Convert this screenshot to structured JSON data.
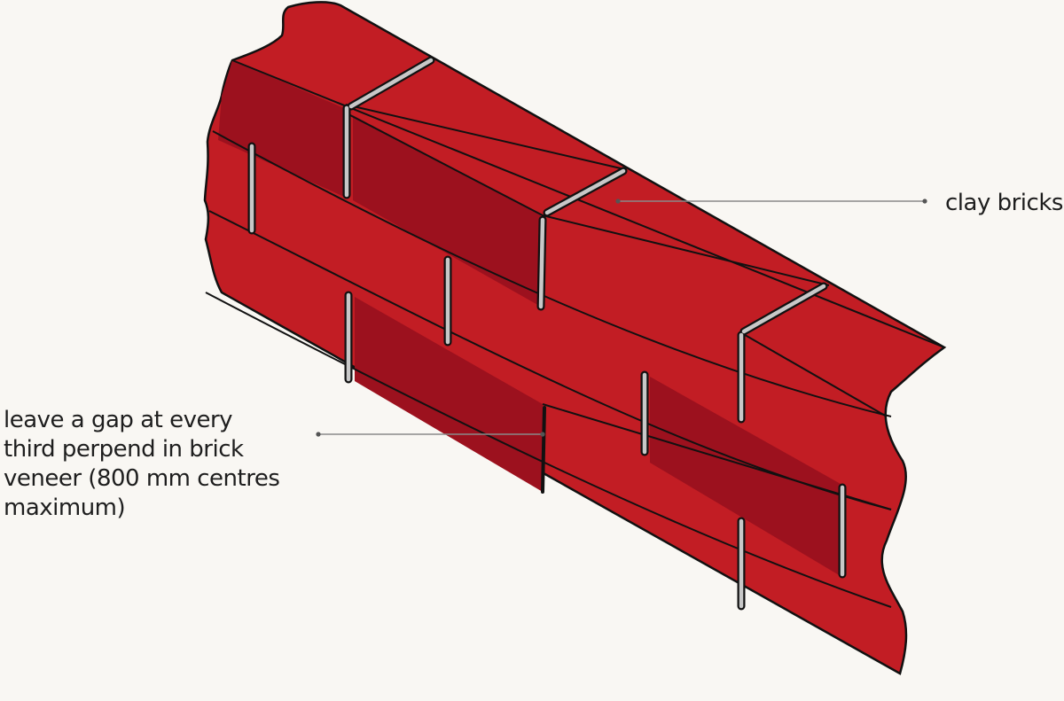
{
  "colors": {
    "background": "#f9f7f3",
    "brick": "#c21d24",
    "brick_dark": "#9c111e",
    "mortar": "#c8c8c8",
    "outline": "#111111",
    "leader_line": "#8a8a8a",
    "text": "#1e1e1e"
  },
  "callouts": {
    "clay_bricks": "clay bricks",
    "weep_gap": {
      "lines": [
        "leave a gap at every",
        "third perpend in brick",
        "veneer (800 mm centres",
        "maximum)"
      ]
    }
  }
}
